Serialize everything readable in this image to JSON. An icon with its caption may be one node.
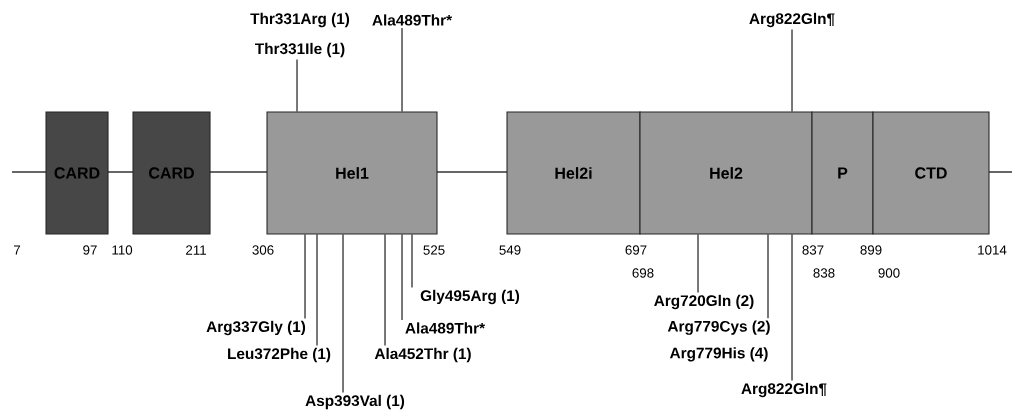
{
  "diagram": {
    "nodes": [
      {
        "text": [
          "CARD"
        ]
      },
      {
        "text": [
          "CARD"
        ]
      },
      {
        "text": [
          "Hel1"
        ]
      },
      {
        "text": [
          "Hel2i"
        ]
      },
      {
        "text": [
          "Hel2"
        ]
      },
      {
        "text": [
          "P"
        ]
      },
      {
        "text": [
          "CTD"
        ]
      },
      {
        "text": [
          "Thr331Arg (1)",
          "Thr331Ile (1)"
        ]
      },
      {
        "text": [
          "Ala489Thr*"
        ]
      },
      {
        "text": [
          "Arg822Gln¶"
        ]
      },
      {
        "text": [
          "Gly495Arg (1)"
        ]
      },
      {
        "text": [
          "Arg337Gly (1)"
        ]
      },
      {
        "text": [
          "Ala489Thr*"
        ]
      },
      {
        "text": [
          "Leu372Phe (1)"
        ]
      },
      {
        "text": [
          "Ala452Thr (1)"
        ]
      },
      {
        "text": [
          "Asp393Val (1)"
        ]
      },
      {
        "text": [
          "Arg720Gln (2)"
        ]
      },
      {
        "text": [
          "Arg779Cys (2)",
          "Arg779His (4)"
        ]
      },
      {
        "text": [
          "Arg822Gln¶"
        ]
      }
    ],
    "edges": [
      {
        "from": 7,
        "to": 2,
        "arrow": "none"
      },
      {
        "from": 8,
        "to": 2,
        "arrow": "none"
      },
      {
        "from": 9,
        "to": 4,
        "arrow": "none"
      },
      {
        "from": 11,
        "to": 2,
        "arrow": "none"
      },
      {
        "from": 13,
        "to": 2,
        "arrow": "none"
      },
      {
        "from": 15,
        "to": 2,
        "arrow": "none"
      },
      {
        "from": 14,
        "to": 2,
        "arrow": "none"
      },
      {
        "from": 12,
        "to": 2,
        "arrow": "none"
      },
      {
        "from": 10,
        "to": 2,
        "arrow": "none"
      },
      {
        "from": 16,
        "to": 4,
        "arrow": "none"
      },
      {
        "from": 17,
        "to": 4,
        "arrow": "none"
      },
      {
        "from": 18,
        "to": 4,
        "arrow": "none"
      }
    ],
    "labels": [
      "7",
      "97",
      "110",
      "211",
      "306",
      "525",
      "549",
      "697",
      "837",
      "899",
      "1014",
      "698",
      "838",
      "900"
    ]
  }
}
